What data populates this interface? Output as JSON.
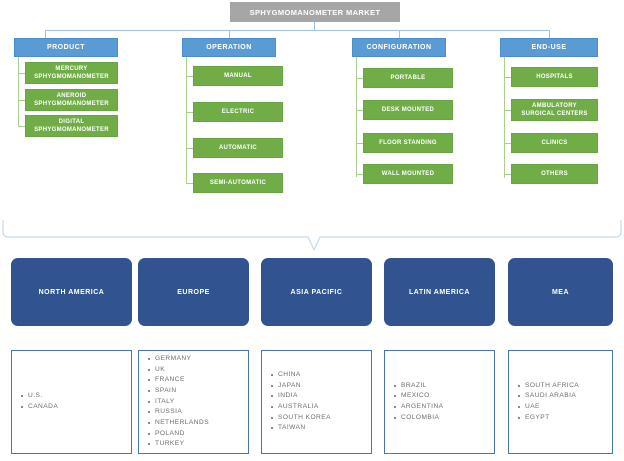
{
  "title": {
    "text": "SPHYGMOMANOMETER MARKET"
  },
  "colors": {
    "title_bar": "#A6A6A6",
    "header_blue": "#5B9BD5",
    "leaf_green": "#70AD47",
    "region_blue": "#31538F",
    "country_border": "#4472C4",
    "connector_blue": "#9DC3E6",
    "connector_green": "#A9D18E",
    "text_gray": "#6D6D6D"
  },
  "segments": [
    {
      "header": "PRODUCT",
      "items": [
        "MERCURY\nSPHYGMOMANOMETER",
        "ANEROID\nSPHYGMOMANOMETER",
        "DIGITAL\nSPHYGMOMANOMETER"
      ]
    },
    {
      "header": "OPERATION",
      "items": [
        "MANUAL",
        "ELECTRIC",
        "AUTOMATIC",
        "SEMI-AUTOMATIC"
      ]
    },
    {
      "header": "CONFIGURATION",
      "items": [
        "PORTABLE",
        "DESK MOUNTED",
        "FLOOR STANDING",
        "WALL MOUNTED"
      ]
    },
    {
      "header": "END-USE",
      "items": [
        "HOSPITALS",
        "AMBULATORY\nSURGICAL CENTERS",
        "CLINICS",
        "OTHERS"
      ]
    }
  ],
  "regions": [
    {
      "name": "NORTH AMERICA",
      "countries": [
        "U.S.",
        "CANADA"
      ]
    },
    {
      "name": "EUROPE",
      "countries": [
        "GERMANY",
        "UK",
        "FRANCE",
        "SPAIN",
        "ITALY",
        "RUSSIA",
        "NETHERLANDS",
        "POLAND",
        "TURKEY"
      ]
    },
    {
      "name": "ASIA PACIFIC",
      "countries": [
        "CHINA",
        "JAPAN",
        "INDIA",
        "AUSTRALIA",
        "SOUTH KOREA",
        "TAIWAN"
      ]
    },
    {
      "name": "LATIN AMERICA",
      "countries": [
        "BRAZIL",
        "MEXICO",
        "ARGENTINA",
        "COLOMBIA"
      ]
    },
    {
      "name": "MEA",
      "countries": [
        "SOUTH AFRICA",
        "SAUDI ARABIA",
        "UAE",
        "EGYPT"
      ]
    }
  ]
}
